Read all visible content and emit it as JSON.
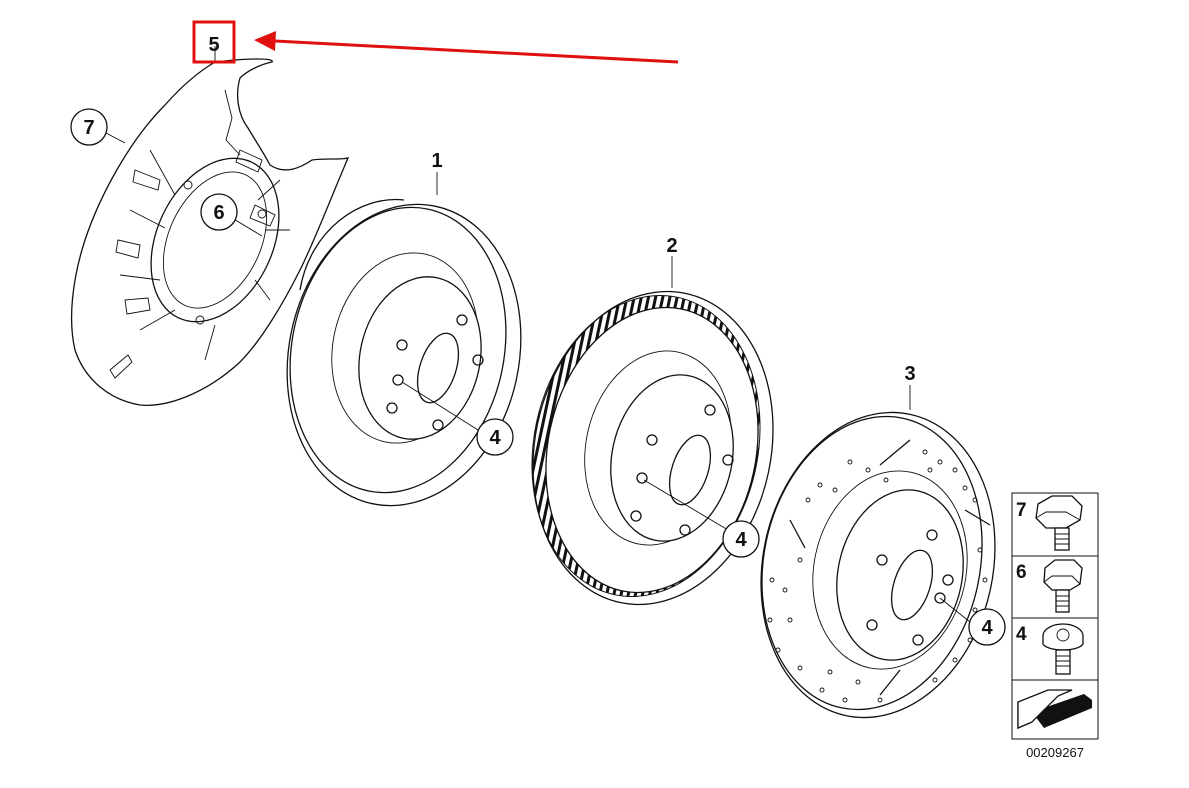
{
  "callouts": {
    "shield": "5",
    "backing_plate": "7",
    "mount": "6",
    "disc_1": "1",
    "disc_2": "2",
    "disc_3": "3",
    "bolt_a": "4",
    "bolt_b": "4",
    "bolt_c": "4"
  },
  "legend": {
    "row1": "7",
    "row2": "6",
    "row3": "4"
  },
  "part_number": "00209267",
  "highlight_color": "#e01010"
}
